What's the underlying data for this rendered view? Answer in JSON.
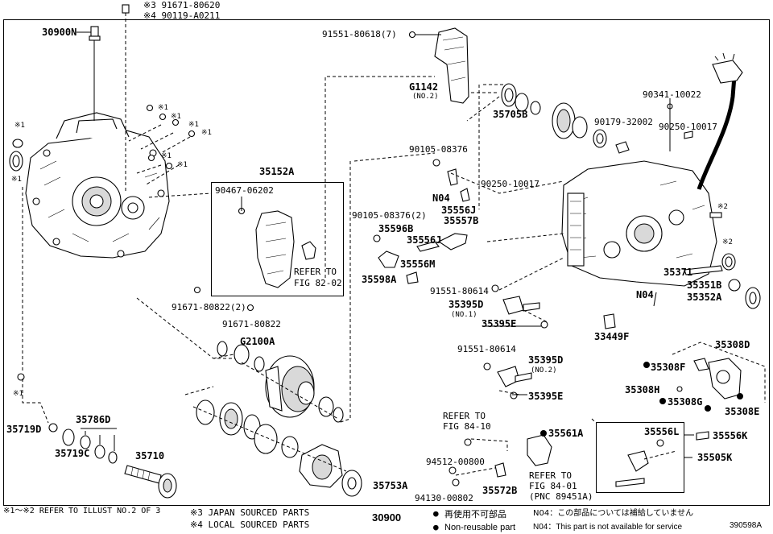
{
  "diagram_id": "390598A",
  "assembly_number": "30900",
  "top_notes": {
    "bolt_1": "※3 91671-80620",
    "bolt_2": "※4 90119-A0211"
  },
  "labels": {
    "p30900N": "30900N",
    "p91551_80618": "91551-80618(7)",
    "pG1142": "G1142",
    "pG1142_sub": "(NO.2)",
    "p35705B": "35705B",
    "p90341_10022": "90341-10022",
    "p90179_32002": "90179-32002",
    "p90250_10017a": "90250-10017",
    "p90105_08376": "90105-08376",
    "p90250_10017b": "90250-10017",
    "pN04a": "N04",
    "p35152A": "35152A",
    "p90467_06202": "90467-06202",
    "refer82": "REFER TO",
    "refer82b": "FIG 82-02",
    "p90105_08376_2": "90105-08376(2)",
    "p35556J_a": "35556J",
    "p35557B": "35557B",
    "p35596B": "35596B",
    "p35556J_b": "35556J",
    "p35556M": "35556M",
    "p35598A": "35598A",
    "p91671_80822_2": "91671-80822(2)",
    "p91671_80822": "91671-80822",
    "p91551_80614a": "91551-80614",
    "p35395D_1": "35395D",
    "p35395D_1s": "(NO.1)",
    "p35395E_a": "35395E",
    "p35371": "35371",
    "p35351B": "35351B",
    "p35352A": "35352A",
    "pN04b": "N04",
    "p33449F": "33449F",
    "pG2100A": "G2100A",
    "p91551_80614b": "91551-80614",
    "p35395D_2": "35395D",
    "p35395D_2s": "(NO.2)",
    "p35395E_b": "35395E",
    "p35308D": "35308D",
    "p35308F": "35308F",
    "p35308H": "35308H",
    "p35308G": "35308G",
    "p35308E": "35308E",
    "p35719D": "35719D",
    "p35786D": "35786D",
    "p35719C": "35719C",
    "p35710": "35710",
    "refer84_10": "REFER TO",
    "refer84_10b": "FIG 84-10",
    "p94512_00800": "94512-00800",
    "p94130_00802": "94130-00802",
    "p35561A": "35561A",
    "refer84_01": "REFER TO",
    "refer84_01b": "FIG 84-01",
    "refer84_01c": "(PNC 89451A)",
    "p35572B": "35572B",
    "p35753A": "35753A",
    "p35556L": "35556L",
    "p35556K": "35556K",
    "p35505K": "35505K",
    "mk1a": "※1",
    "mk1b": "※1",
    "mk1c": "※1",
    "mk1d": "※1",
    "mk1e": "※1",
    "mk1f": "※1",
    "mk1g": "※1",
    "mk1h": "※1",
    "mk1i": "※1",
    "mk2a": "※2",
    "mk2b": "※2"
  },
  "footer": {
    "note_refer": "※1～※2 REFER TO ILLUST NO.2 OF 3",
    "note_japan": "※3 JAPAN SOURCED PARTS",
    "note_local": "※4 LOCAL SOURCED PARTS",
    "legend_jp_nonreuse": "再使用不可部品",
    "legend_en_nonreuse": "Non-reusable part",
    "legend_jp_n04": "N04：この部品については補給していません",
    "legend_en_n04": "N04：This part is not available for service"
  }
}
